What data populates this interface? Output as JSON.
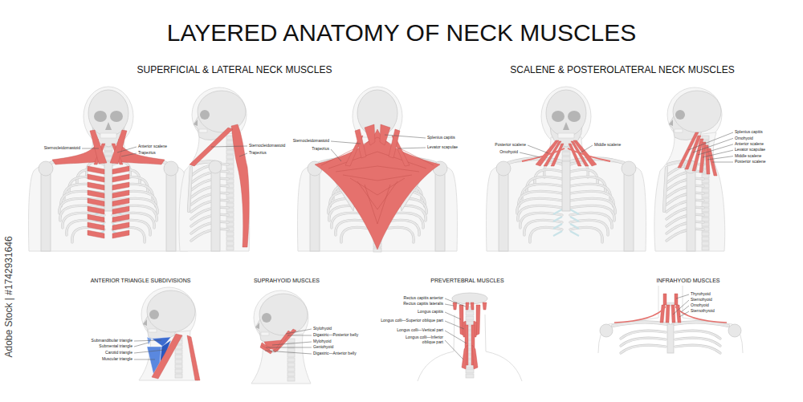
{
  "diagram": {
    "title": "LAYERED ANATOMY OF NECK MUSCLES",
    "labels": [
      "SUPERFICIAL & LATERAL NECK MUSCLES",
      "Sternocleidomastoid",
      "Anterior scalene",
      "Trapezius",
      "Sternocleidomastoid",
      "Trapezius",
      "Sternocleidomastoid",
      "Trapezius",
      "Splenius capitis",
      "Levator scapulae",
      "SCALENE & POSTEROLATERAL NECK MUSCLES",
      "Posterior scalene",
      "Omohyoid",
      "Middle scalene",
      "Splenius capitis",
      "Omohyoid",
      "Anterior scalene",
      "Levator scapulae",
      "Middle scalene",
      "Posterior scalene",
      "ANTERIOR TRIANGLE SUBDIVISIONS",
      "Submandibular triangle",
      "Submental triangle",
      "Carotid triangle",
      "Muscular triangle",
      "SUPRAHYOID MUSCLES",
      "Stylohyoid",
      "Digastric—Posterior belly",
      "Mylohyoid",
      "Geniohyoid",
      "Digastric—Anterior belly",
      "PREVERTEBRAL MUSCLES",
      "Rectus capitis anterior",
      "Rectus capitis lateralis",
      "Longus capitis",
      "Longus colli—Superior oblique part",
      "Longus colli—Vertical part",
      "Longus colli—Inferior oblique part",
      "INFRAHYOID MUSCLES",
      "Thyrohyoid",
      "Sternohyoid",
      "Omohyoid",
      "Sternothyroid",
      "Adobe Stock | #1742931646"
    ]
  }
}
